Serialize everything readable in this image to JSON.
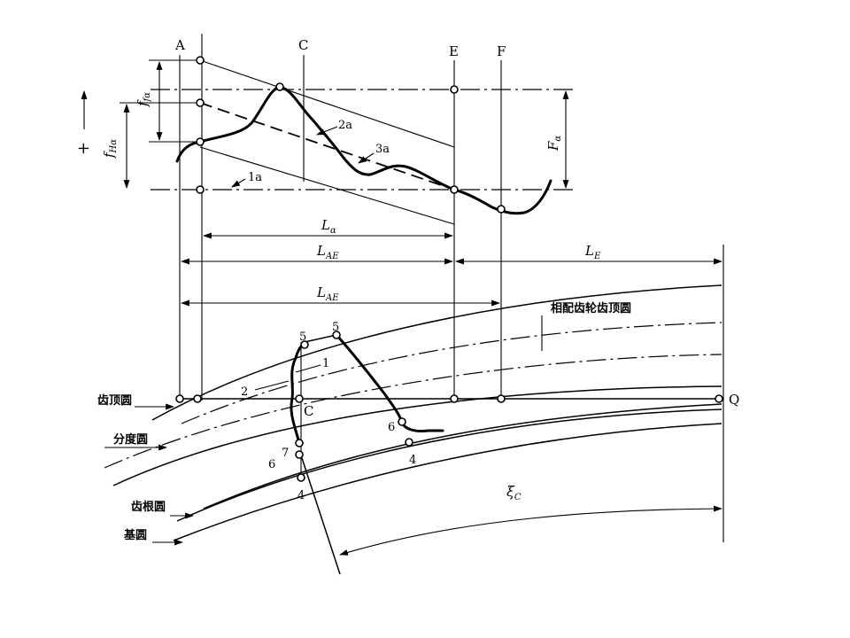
{
  "labels": {
    "A": "A",
    "C": "C",
    "E": "E",
    "F": "F",
    "Q": "Q",
    "plus": "+",
    "f_f": "f",
    "f_f_sub": "fα",
    "f_H": "f",
    "f_H_sub": "Hα",
    "F_a": "F",
    "F_a_sub": "α",
    "l_1a": "1a",
    "l_2a": "2a",
    "l_3a": "3a",
    "L_a": "L",
    "L_a_sub": "α",
    "L_AE_1": "L",
    "L_AE_1_sub": "AE",
    "L_AE_2": "L",
    "L_AE_2_sub": "AE",
    "L_E": "L",
    "L_E_sub": "E",
    "n1": "1",
    "n2": "2",
    "n4a": "4",
    "n4b": "4",
    "n5a": "5",
    "n5b": "5",
    "n6a": "6",
    "n6b": "6",
    "n7": "7",
    "C_low": "C",
    "xi": "ξ",
    "xi_sub": "C",
    "mating_tip_circle": "相配齿轮齿顶圆",
    "tip_circle": "齿顶圆",
    "pitch_circle": "分度圆",
    "root_circle": "齿根圆",
    "base_circle": "基圆"
  }
}
